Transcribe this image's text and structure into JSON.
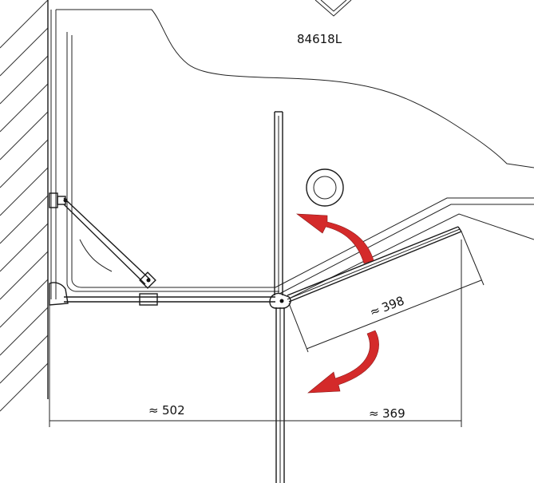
{
  "model_code": "84618L",
  "dimensions": {
    "approx_symbol": "≈",
    "left_width": "502",
    "right_width": "369",
    "door_length": "398"
  },
  "colors": {
    "line": "#1a1a1a",
    "arrow": "#d42a2a",
    "wall_hatch": "#333333",
    "background": "#ffffff"
  },
  "icons": [
    "swing-arrow-outward",
    "swing-arrow-inward"
  ]
}
